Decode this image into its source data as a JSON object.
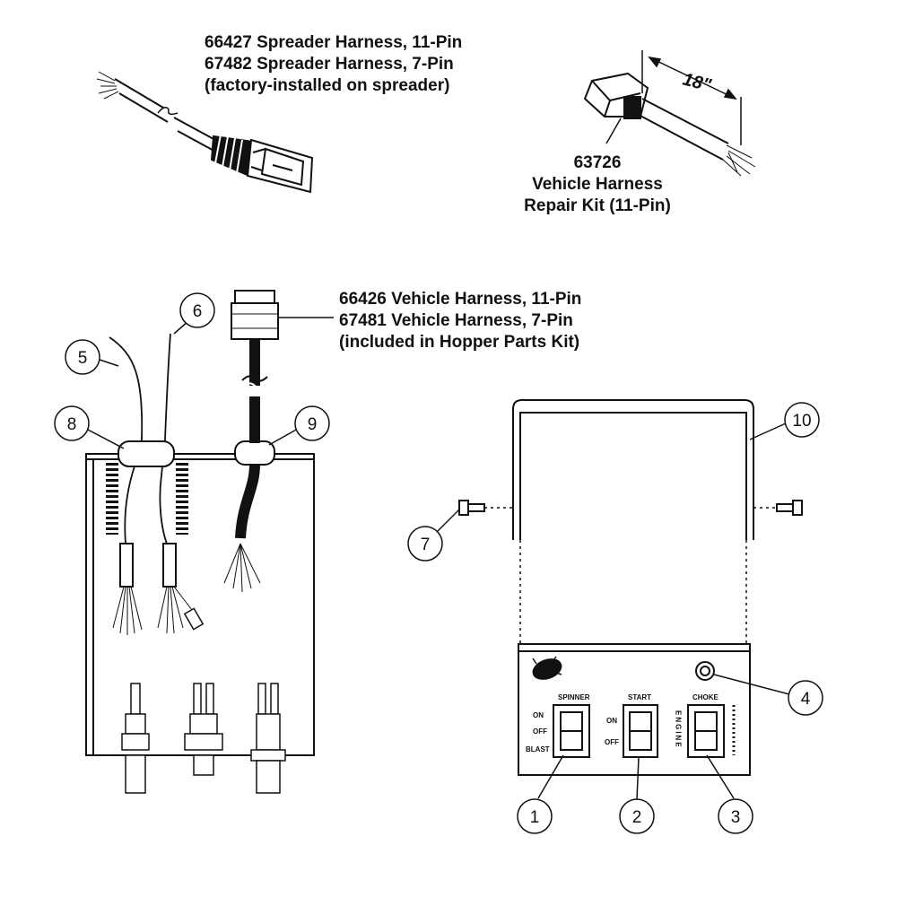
{
  "labels": {
    "spreader_harness": [
      "66427 Spreader Harness, 11-Pin",
      "67482 Spreader Harness, 7-Pin",
      "(factory-installed on spreader)"
    ],
    "repair_kit": [
      "63726",
      "Vehicle Harness",
      "Repair Kit (11-Pin)"
    ],
    "vehicle_harness": [
      "66426 Vehicle Harness, 11-Pin",
      "67481 Vehicle Harness, 7-Pin",
      "(included in Hopper Parts Kit)"
    ],
    "dimension": "18\""
  },
  "callouts": [
    "1",
    "2",
    "3",
    "4",
    "5",
    "6",
    "7",
    "8",
    "9",
    "10"
  ],
  "panel": {
    "spinner": {
      "title": "SPINNER",
      "options": [
        "ON",
        "OFF",
        "BLAST"
      ]
    },
    "start": {
      "title": "START",
      "options": [
        "ON",
        "OFF"
      ]
    },
    "choke": {
      "title": "CHOKE",
      "side": "ENGINE"
    }
  }
}
